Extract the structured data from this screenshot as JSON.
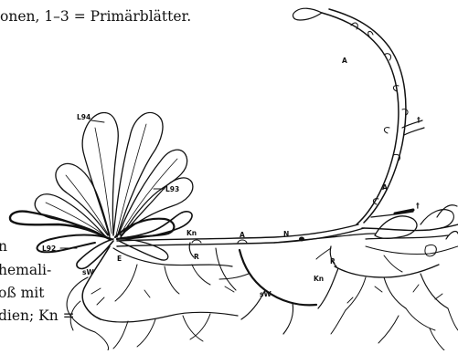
{
  "caption": {
    "top_line": "onen, 1–3 = Primärblätter.",
    "left_lines": [
      "n",
      "hemali-",
      "oß mit",
      "dien; Kn =",
      ""
    ]
  },
  "labels": {
    "L94": "L94",
    "L93": "L93",
    "L92": "L92",
    "E": "E",
    "sW": "sW",
    "sW2": "sW",
    "Kn1": "Kn",
    "Kn2": "Kn",
    "R1": "R",
    "R2": "R",
    "A1": "A",
    "A2": "A",
    "A3": "A",
    "N": "N",
    "dagger1": "†",
    "dagger2": "†"
  }
}
